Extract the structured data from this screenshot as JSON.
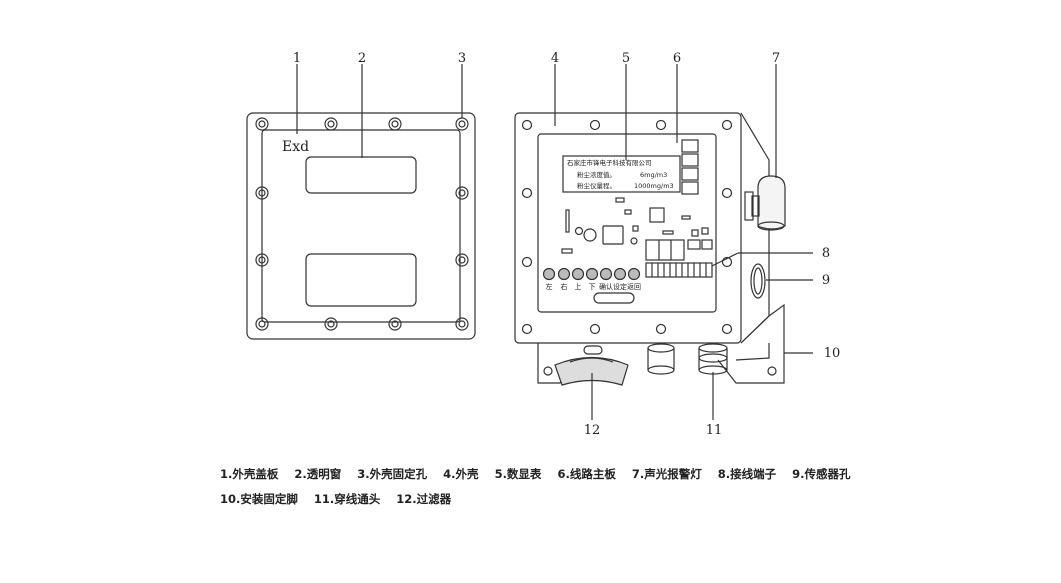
{
  "callouts": [
    "1",
    "2",
    "3",
    "4",
    "5",
    "6",
    "7",
    "8",
    "9",
    "10",
    "11",
    "12"
  ],
  "cover_mark": "Exd",
  "panel": {
    "company": "石家庄市锋电子科技有限公司",
    "row1_label": "粉尘浓度值。",
    "row1_value": "6mg/m3",
    "row2_label": "粉尘仪量程。",
    "row2_value": "1000mg/m3",
    "buttons": [
      "左",
      "右",
      "上",
      "下",
      "确认",
      "设定",
      "返回"
    ]
  },
  "legend": {
    "line1": [
      "1.外壳盖板",
      "2.透明窗",
      "3.外壳固定孔",
      "4.外壳",
      "5.数显表",
      "6.线路主板",
      "7.声光报警灯",
      "8.接线端子",
      "9.传感器孔"
    ],
    "line2": [
      "10.安装固定脚",
      "11.穿线通头",
      "12.过滤器"
    ]
  }
}
